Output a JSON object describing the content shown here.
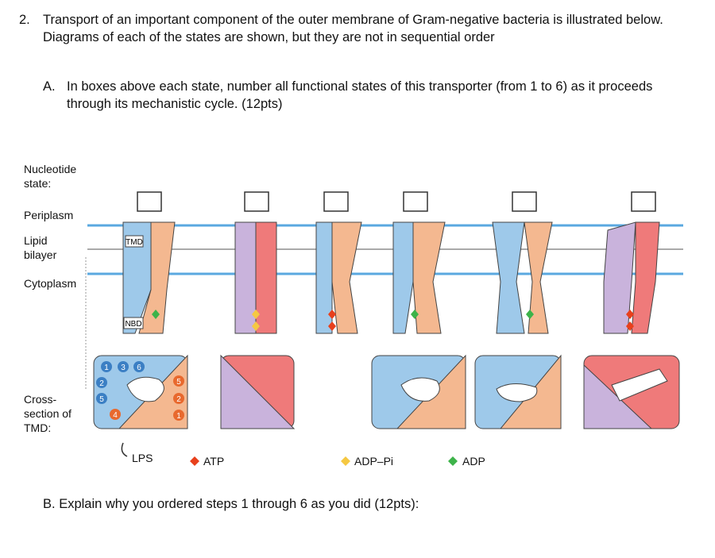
{
  "question": {
    "number": "2.",
    "stem": "Transport of an important component of the outer membrane of Gram-negative bacteria is illustrated below. Diagrams of each of the states are shown, but they are not in sequential order"
  },
  "part_a": {
    "label": "A.",
    "text": "In boxes above each state, number all functional states of this transporter (from 1 to 6) as it proceeds through its mechanistic cycle. (12pts)"
  },
  "figure": {
    "side_labels": {
      "nucleotide_state": "Nucleotide state:",
      "periplasm": "Periplasm",
      "lipid_bilayer": "Lipid bilayer",
      "cytoplasm": "Cytoplasm",
      "cross_section": "Cross-section of TMD:"
    },
    "domain_labels": {
      "tmd": "TMD",
      "nbd": "NBD"
    },
    "legend": {
      "lps": "LPS",
      "atp": "ATP",
      "adp_pi": "ADP–Pi",
      "adp": "ADP"
    },
    "colors": {
      "blue_domain": "#9ec9ea",
      "orange_domain": "#f4b890",
      "purple_domain": "#c9b3dc",
      "red_domain": "#ef7a7a",
      "membrane_line": "#5aa8e0",
      "atp": "#e8401c",
      "adp_pi": "#f5c842",
      "adp": "#3db34a",
      "helix_blue": "#3b7fc4",
      "helix_orange": "#e8692e"
    },
    "cross_section_numbers": [
      "1",
      "2",
      "3",
      "4",
      "5",
      "6"
    ]
  },
  "part_b": {
    "label": "B.",
    "text": "Explain why you ordered steps 1 through 6 as you did (12pts):"
  }
}
